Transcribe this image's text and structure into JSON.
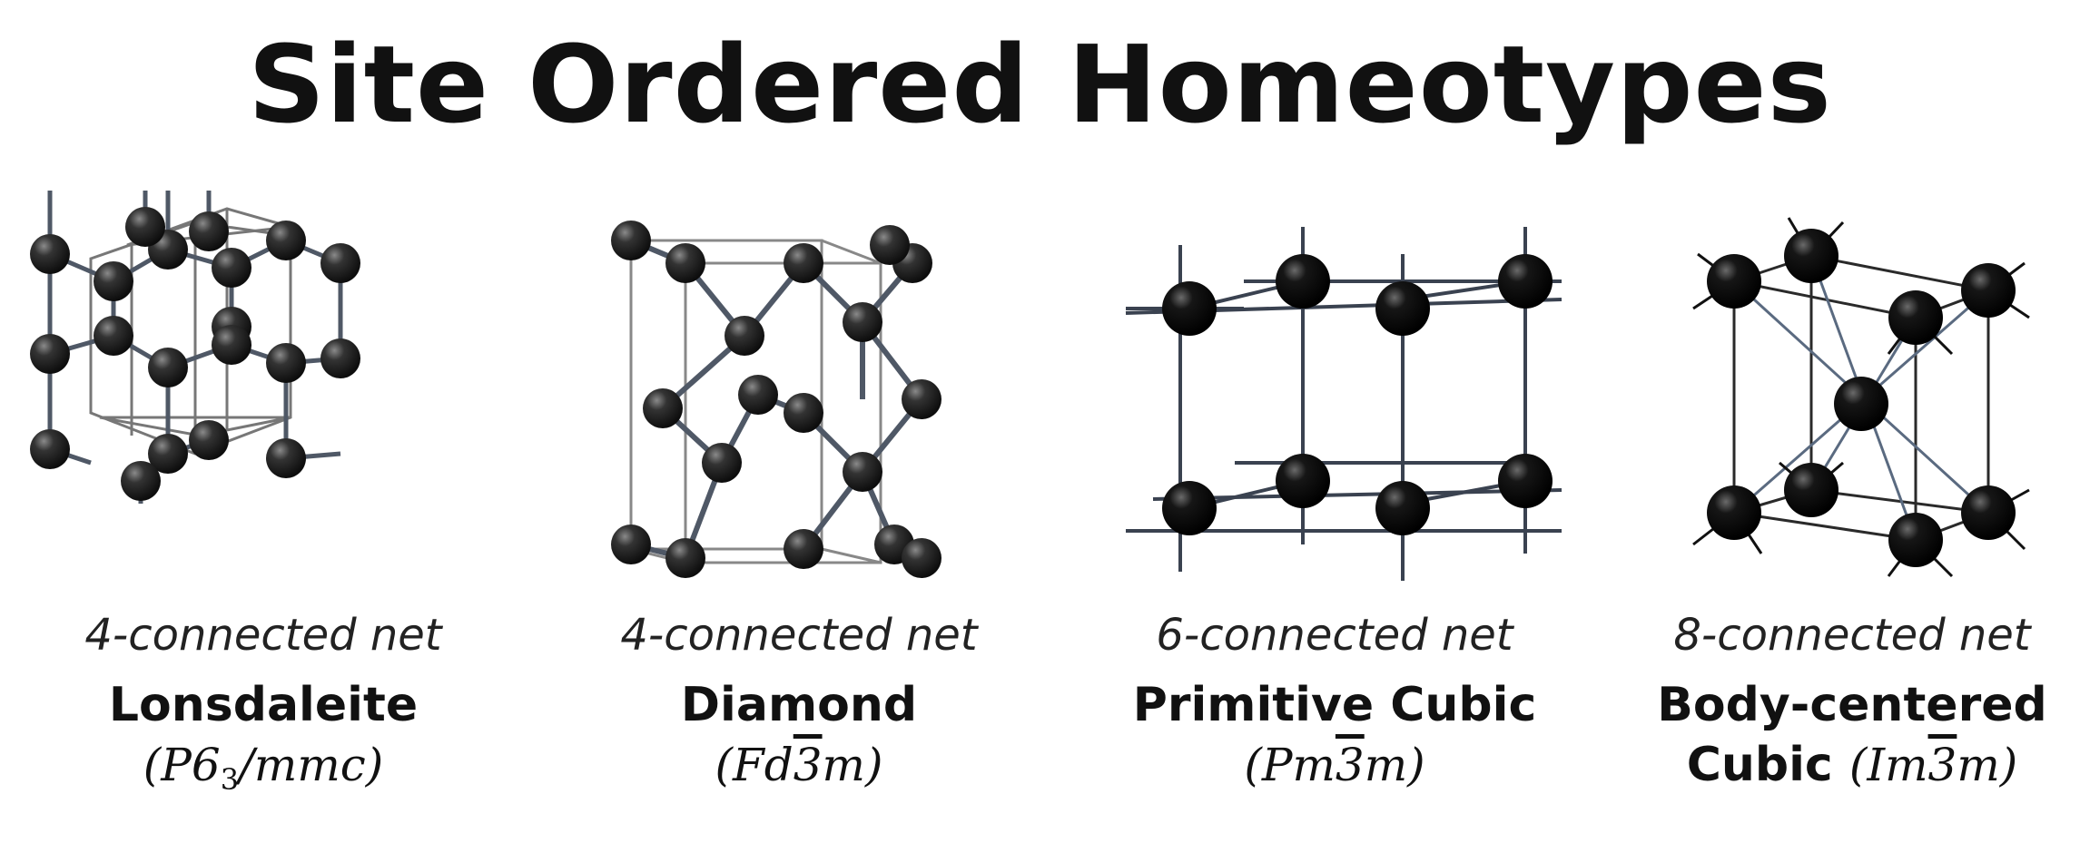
{
  "title": "Site Ordered Homeotypes",
  "panels": [
    {
      "net": "4-connected net",
      "name": "Lonsdaleite",
      "sg_main": "P6",
      "sg_sub": "3",
      "sg_rest": "/mmc"
    },
    {
      "net": "4-connected net",
      "name": "Diamond",
      "sg_pre": "Fd",
      "sg_bar": "3",
      "sg_post": "m"
    },
    {
      "net": "6-connected net",
      "name": "Primitive Cubic",
      "sg_pre": "Pm",
      "sg_bar": "3",
      "sg_post": "m"
    },
    {
      "net": "8-connected net",
      "name_line1": "Body-centered",
      "name_line2": "Cubic",
      "sg_pre": "Im",
      "sg_bar": "3",
      "sg_post": "m"
    }
  ],
  "colors": {
    "atom": "#1c1c1c",
    "bond": "#5a6472",
    "cell": "#7a7a7a",
    "highlight": "#c9d6e6"
  }
}
